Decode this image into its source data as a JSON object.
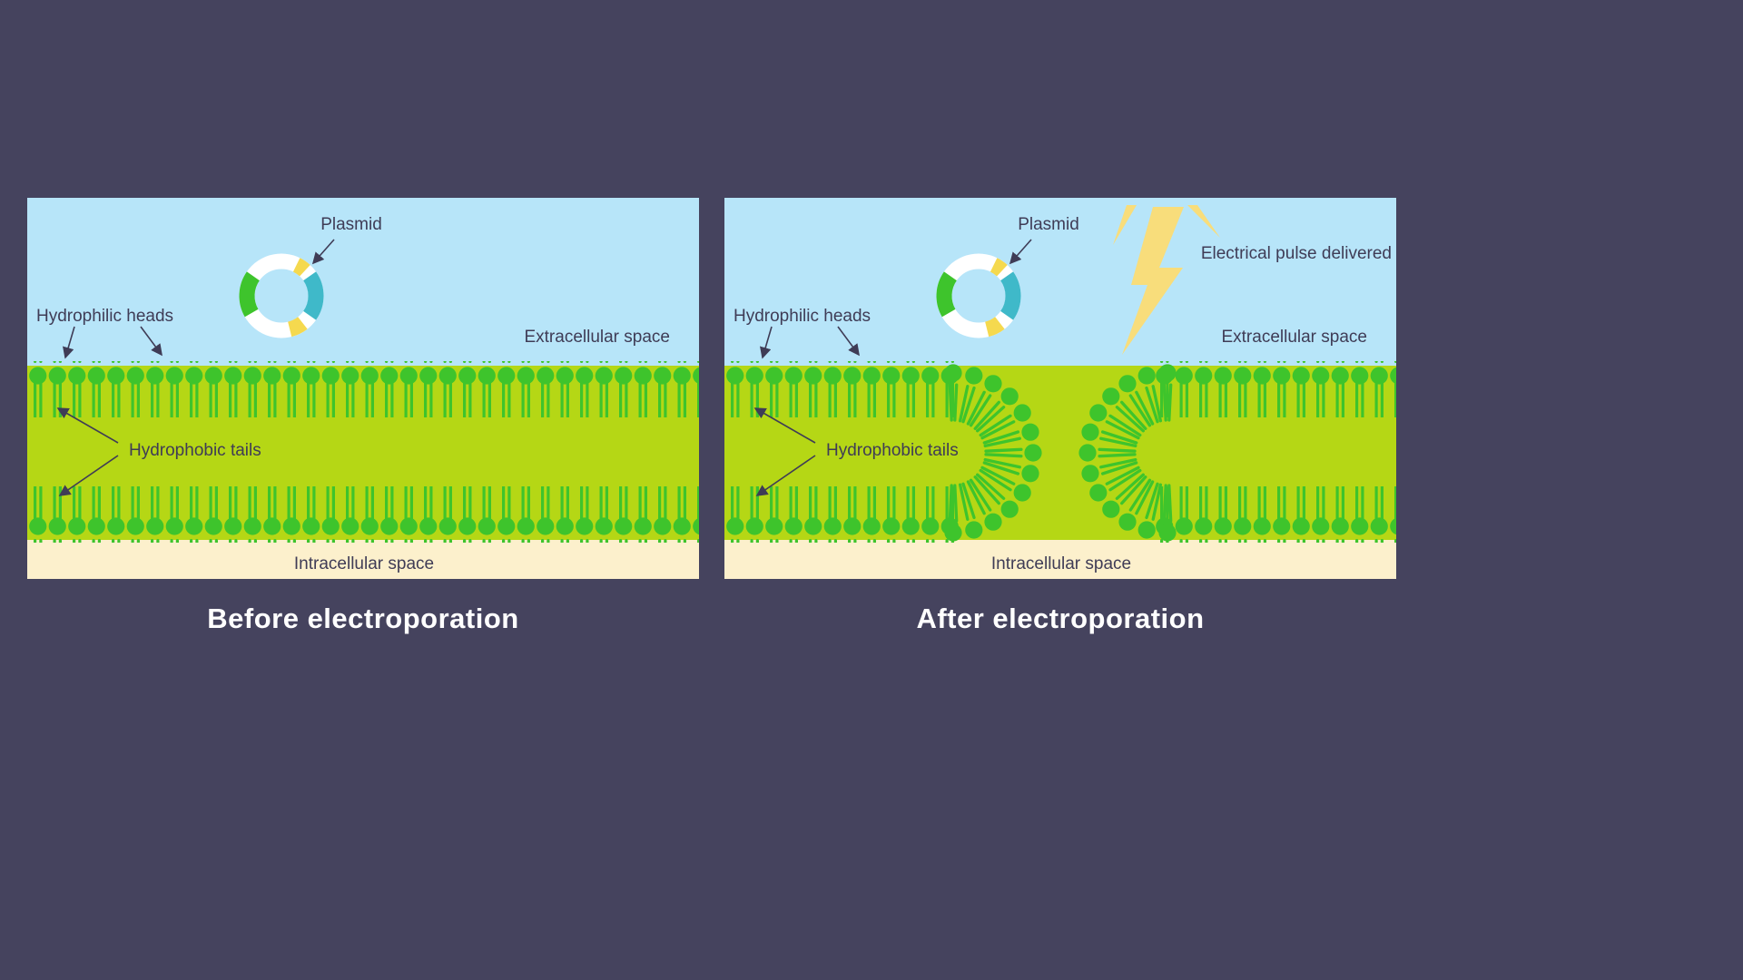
{
  "colors": {
    "page_background": "#45435E",
    "sky": "#B7E5F9",
    "membrane": "#B5D715",
    "lipid": "#3EC42C",
    "intracellular": "#FCF0CC",
    "lightning": "#F8DD7B",
    "plasmid_ring": "#FFFFFF",
    "plasmid_teal": "#3FB9C9",
    "plasmid_green": "#3EC42C",
    "plasmid_yellow": "#F5D94E",
    "label_text": "#3F3C56",
    "title_text": "#FFFFFF"
  },
  "panels": [
    {
      "title": "Before electroporation",
      "labels": {
        "plasmid": "Plasmid",
        "hydrophilic_heads": "Hydrophilic heads",
        "hydrophobic_tails": "Hydrophobic tails",
        "extracellular": "Extracellular space",
        "intracellular": "Intracellular space"
      }
    },
    {
      "title": "After electroporation",
      "labels": {
        "plasmid": "Plasmid",
        "hydrophilic_heads": "Hydrophilic heads",
        "hydrophobic_tails": "Hydrophobic tails",
        "extracellular": "Extracellular space",
        "intracellular": "Intracellular space",
        "electrical_pulse": "Electrical pulse delivered"
      }
    }
  ]
}
